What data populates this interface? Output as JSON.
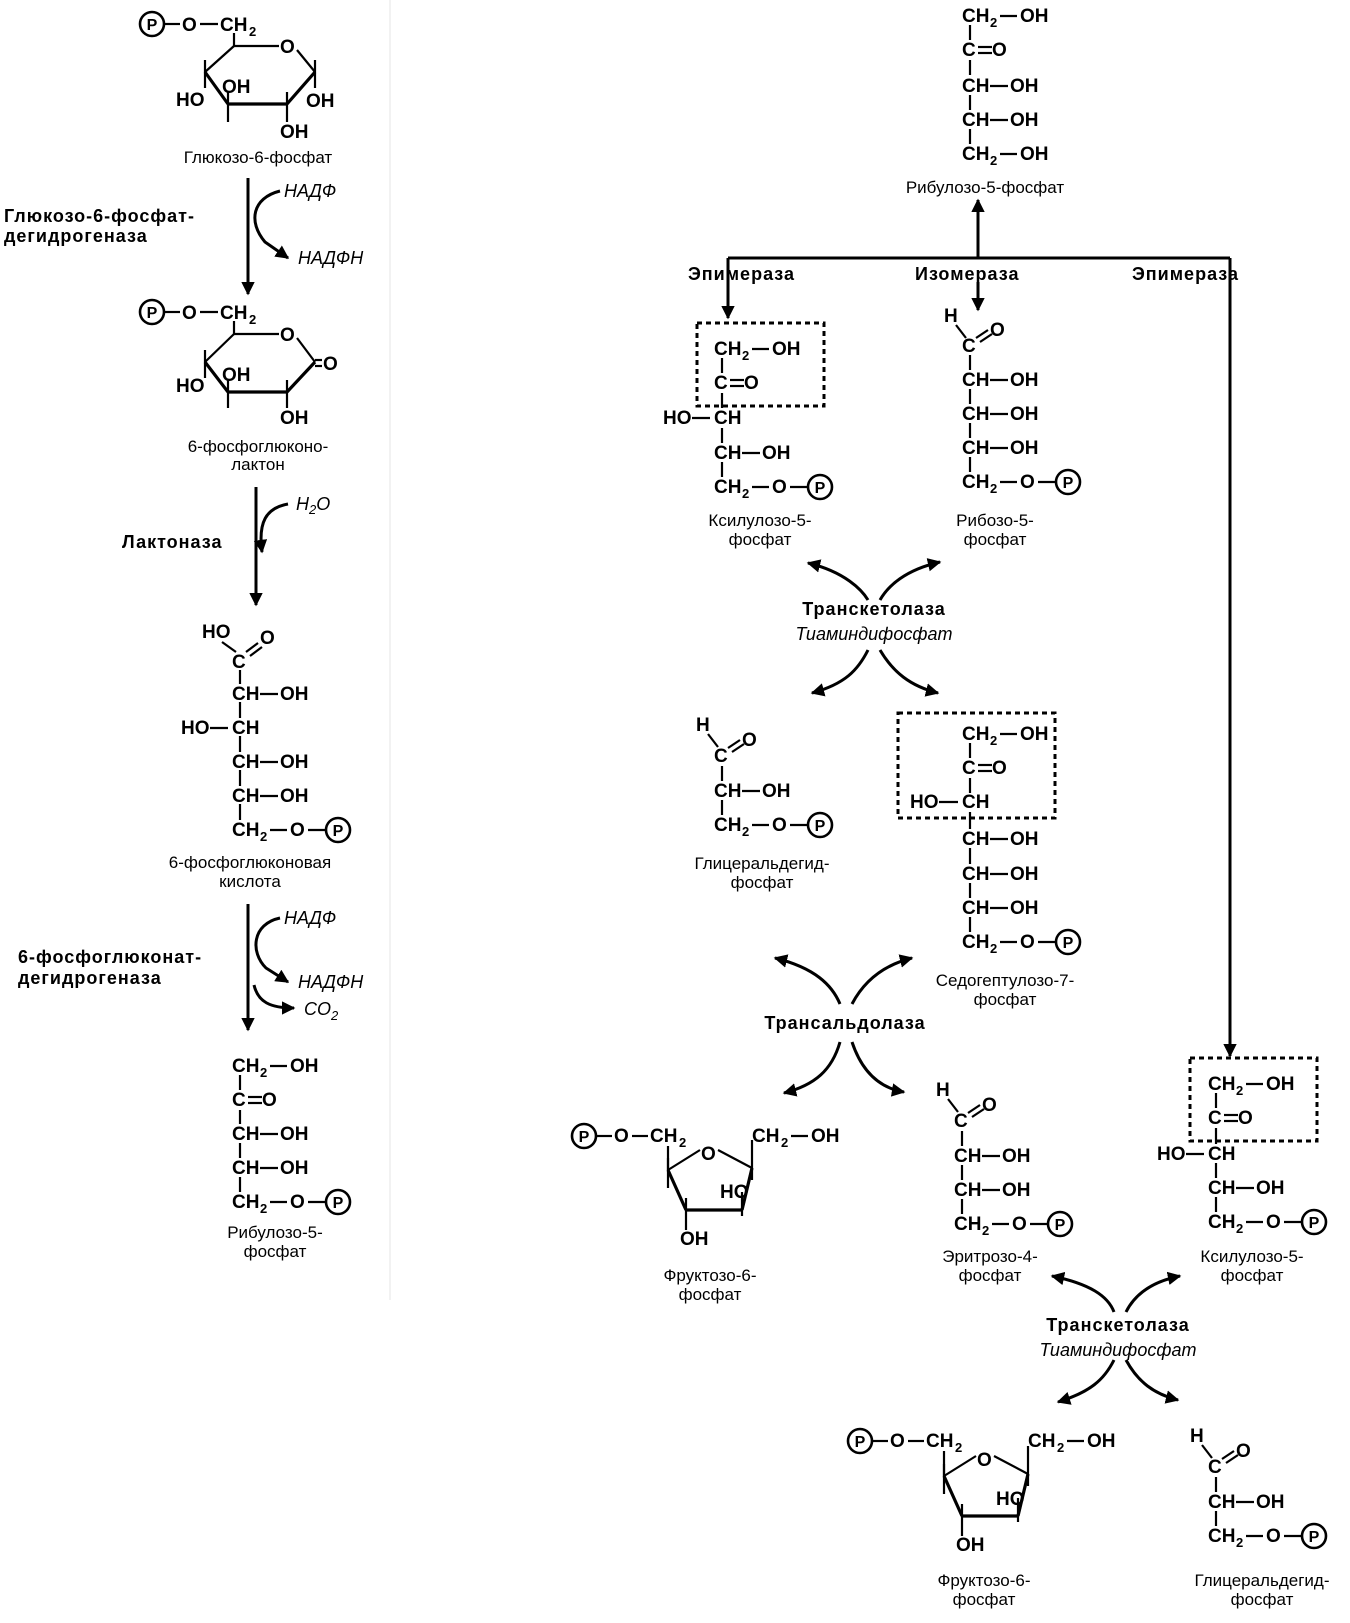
{
  "atoms": {
    "p": "P",
    "ch2": "CH",
    "two": "2",
    "o": "O",
    "oh": "OH",
    "ho": "HO",
    "h": "H",
    "c": "C",
    "ch": "CH"
  },
  "metabolites": {
    "glucose6p": "Глюкозо-6-фосфат",
    "phosphoglucono_lactone_1": "6-фосфоглюконо-",
    "phosphoglucono_lactone_2": "лактон",
    "phosphogluconic_acid_1": "6-фосфоглюконовая",
    "phosphogluconic_acid_2": "кислота",
    "ribulose5p_top": "Рибулозо-5-фосфат",
    "ribulose5p_left_1": "Рибулозо-5-",
    "ribulose5p_left_2": "фосфат",
    "xylulose5p_1": "Ксилулозо-5-",
    "xylulose5p_2": "фосфат",
    "ribose5p_1": "Рибозо-5-",
    "ribose5p_2": "фосфат",
    "g3p_1": "Глицеральдегид-",
    "g3p_2": "фосфат",
    "sedoheptulose7p_1": "Седогептулозо-7-",
    "sedoheptulose7p_2": "фосфат",
    "fructose6p_1": "Фруктозо-6-",
    "fructose6p_2": "фосфат",
    "erythrose4p_1": "Эритрозо-4-",
    "erythrose4p_2": "фосфат",
    "xylulose5p_right_1": "Ксилулозо-5-",
    "xylulose5p_right_2": "фосфат",
    "fructose6p_bottom_1": "Фруктозо-6-",
    "fructose6p_bottom_2": "фосфат",
    "g3p_bottom_1": "Глицеральдегид-",
    "g3p_bottom_2": "фосфат"
  },
  "enzymes": {
    "g6pdh_1": "Глюкозо-6-фосфат-",
    "g6pdh_2": "дегидрогеназа",
    "lactonase": "Лактоназа",
    "pgdh_1": "6-фосфоглюконат-",
    "pgdh_2": "дегидрогеназа",
    "epimerase_left": "Эпимераза",
    "isomerase": "Изомераза",
    "epimerase_right": "Эпимераза",
    "transketolase_1": "Транскетолаза",
    "transaldolase": "Трансальдолаза",
    "transketolase_2": "Транскетолаза"
  },
  "cofactors": {
    "nadp_1": "НАДФ",
    "nadph_1": "НАДФН",
    "h2o_h": "H",
    "h2o_2": "2",
    "h2o_o": "O",
    "nadp_2": "НАДФ",
    "nadph_2": "НАДФН",
    "co2_co": "CO",
    "co2_2": "2",
    "tpp_1": "Тиаминдифосфат",
    "tpp_2": "Тиаминдифосфат"
  }
}
